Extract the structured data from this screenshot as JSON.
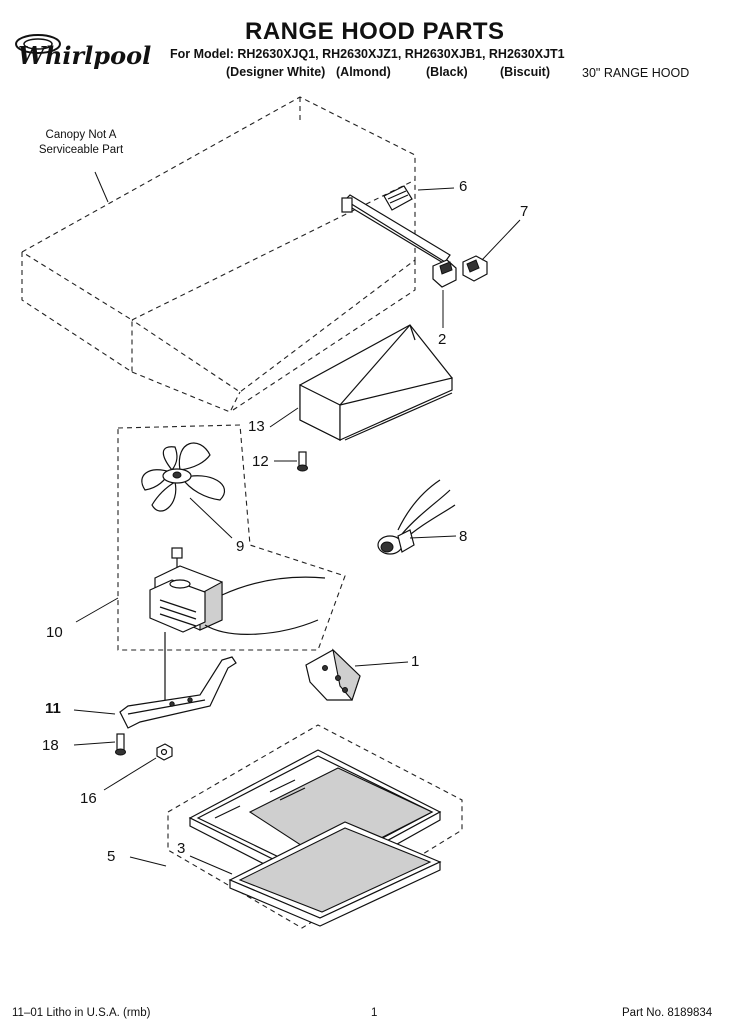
{
  "header": {
    "brand": "Whirlpool",
    "title": "RANGE HOOD PARTS",
    "models_line": "For Model: RH2630XJQ1, RH2630XJZ1, RH2630XJB1, RH2630XJT1",
    "colors": [
      "(Designer White)",
      "(Almond)",
      "(Black)",
      "(Biscuit)"
    ],
    "subtitle": "30\" RANGE HOOD"
  },
  "notes": {
    "canopy": "Canopy Not A Serviceable Part"
  },
  "callouts": {
    "c1": "1",
    "c2": "2",
    "c3": "3",
    "c5": "5",
    "c6": "6",
    "c7": "7",
    "c8": "8",
    "c9": "9",
    "c10": "10",
    "c11": "11",
    "c12": "12",
    "c13": "13",
    "c16": "16",
    "c18": "18"
  },
  "footer": {
    "litho": "11–01 Litho in U.S.A. (rmb)",
    "page": "1",
    "part_no": "Part No. 8189834"
  },
  "colors": {
    "ink": "#111111",
    "background": "#ffffff"
  }
}
